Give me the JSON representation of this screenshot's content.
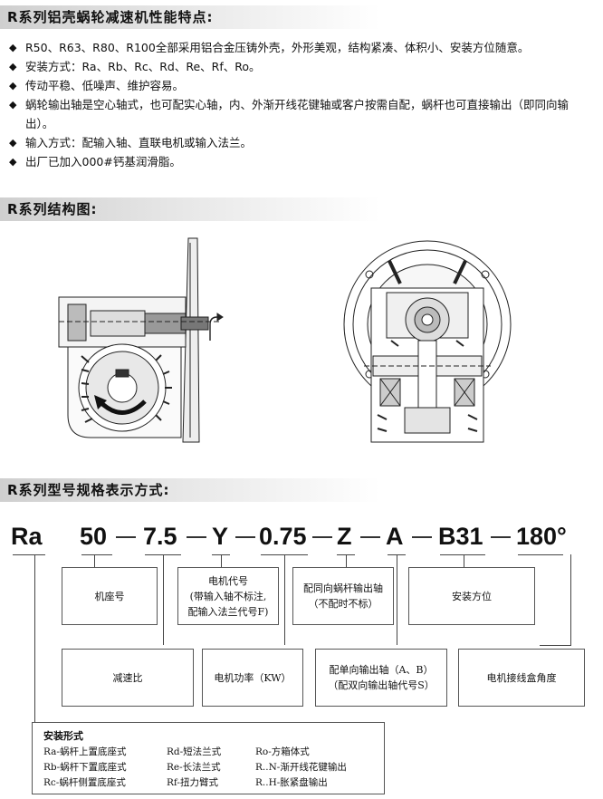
{
  "sections": {
    "features_title": "R系列铝壳蜗轮减速机性能特点:",
    "structure_title": "R系列结构图:",
    "model_title": "R系列型号规格表示方式:"
  },
  "features": [
    "R50、R63、R80、R100全部采用铝合金压铸外壳，外形美观，结构紧凑、体积小、安装方位随意。",
    "安装方式：Ra、Rb、Rc、Rd、Re、Rf、Ro。",
    "传动平稳、低噪声、维护容易。",
    "蜗轮输出轴是空心轴式，也可配实心轴，内、外渐开线花键轴或客户按需自配，蜗杆也可直接输出（即同向输出）。",
    "输入方式：配输入轴、直联电机或输入法兰。",
    "出厂已加入000#钙基润滑脂。"
  ],
  "bullet": "◆",
  "code": {
    "parts": [
      "Ra",
      "50",
      "7.5",
      "Y",
      "0.75",
      "Z",
      "A",
      "B31",
      "180°"
    ]
  },
  "boxes": {
    "frame": "机座号",
    "motor_code_1": "电机代号",
    "motor_code_2": "(带输入轴不标注,",
    "motor_code_3": "配输入法兰代号F)",
    "same_dir_1": "配同向蜗杆输出轴",
    "same_dir_2": "（不配时不标）",
    "mount_pos": "安装方位",
    "ratio": "减速比",
    "motor_power": "电机功率（KW）",
    "output_1": "配单向输出轴（A、B）",
    "output_2": "（配双向输出轴代号S）",
    "terminal_angle": "电机接线盒角度"
  },
  "legend": {
    "title": "安装形式",
    "items": [
      "Ra-蜗杆上置底座式",
      "Rd-短法兰式",
      "Ro-方箱体式",
      "Rb-蜗杆下置底座式",
      "Re-长法兰式",
      "R..N-渐开线花键输出",
      "Rc-蜗杆侧置底座式",
      "Rf-扭力臂式",
      "R..H-胀紧盘输出"
    ]
  }
}
